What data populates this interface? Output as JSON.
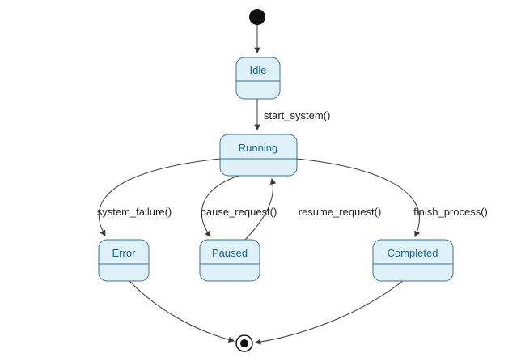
{
  "diagram": {
    "kind": "uml-state-machine",
    "states": {
      "idle": {
        "label": "Idle"
      },
      "running": {
        "label": "Running"
      },
      "error": {
        "label": "Error"
      },
      "paused": {
        "label": "Paused"
      },
      "completed": {
        "label": "Completed"
      }
    },
    "pseudostates": {
      "initial": "initial-state",
      "final": "final-state"
    },
    "transitions": {
      "init_idle": {
        "label": "",
        "from": "initial",
        "to": "Idle"
      },
      "start_system": {
        "label": "start_system()",
        "from": "Idle",
        "to": "Running"
      },
      "system_failure": {
        "label": "system_failure()",
        "from": "Running",
        "to": "Error"
      },
      "pause_request": {
        "label": "pause_request()",
        "from": "Running",
        "to": "Paused"
      },
      "resume_request": {
        "label": "resume_request()",
        "from": "Paused",
        "to": "Running"
      },
      "finish_process": {
        "label": "finish_process()",
        "from": "Running",
        "to": "Completed"
      },
      "error_final": {
        "label": "",
        "from": "Error",
        "to": "final"
      },
      "completed_final": {
        "label": "",
        "from": "Completed",
        "to": "final"
      }
    },
    "colors": {
      "background": "#ffffff",
      "state_fill": "#def1f9",
      "state_stroke": "#3b7386",
      "state_text": "#1a6091",
      "arrow": "#383838",
      "label_text": "#1c1c1c",
      "pseudo": "#111111"
    }
  }
}
